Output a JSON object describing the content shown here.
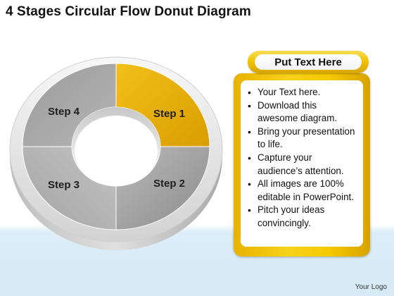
{
  "title": "4 Stages Circular Flow Donut Diagram",
  "diagram": {
    "segments": [
      {
        "label": "Step 1",
        "color": "#e8ac00"
      },
      {
        "label": "Step 2",
        "color": "#9f9f9f"
      },
      {
        "label": "Step 3",
        "color": "#b3b3b3"
      },
      {
        "label": "Step 4",
        "color": "#a8a8a8"
      }
    ],
    "rim_color": "#e3e3e3"
  },
  "panel": {
    "header": "Put Text Here",
    "accent_color": "#f0c400",
    "bullets": [
      "Your Text here.",
      "Download this awesome diagram.",
      "Bring your presentation to life.",
      "Capture your audience’s attention.",
      "All images are 100% editable in PowerPoint.",
      "Pitch your ideas convincingly."
    ]
  },
  "footer": {
    "logo_text": "Your Logo"
  }
}
